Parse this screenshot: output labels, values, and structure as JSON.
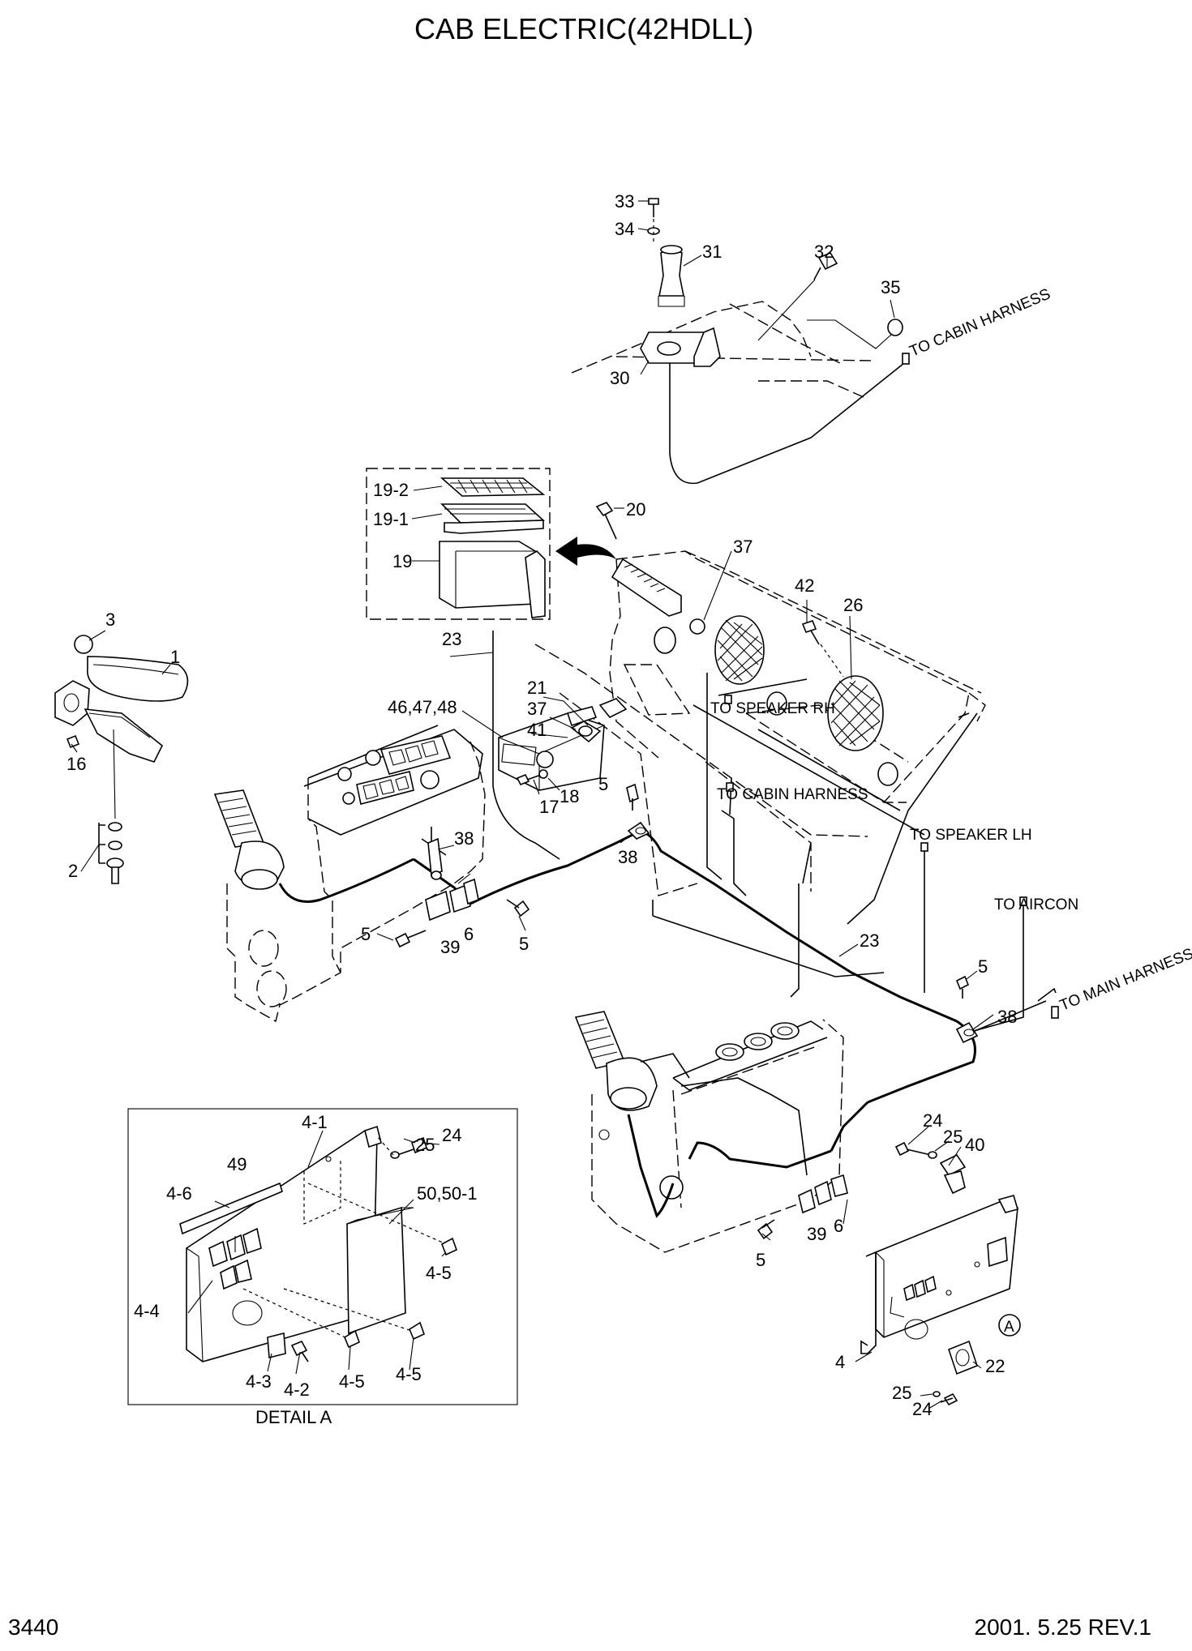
{
  "title": "CAB ELECTRIC(42HDLL)",
  "footer": {
    "page": "3440",
    "revision": "2001. 5.25  REV.1"
  },
  "notes": {
    "cabin_harness_top": "TO CABIN HARNESS",
    "speaker_rh": "TO SPEAKER RH",
    "cabin_harness_mid": "TO CABIN HARNESS",
    "speaker_lh": "TO SPEAKER LH",
    "aircon": "TO AIRCON",
    "main_harness": "TO MAIN HARNESS",
    "detail_caption": "DETAIL  A",
    "detail_marker": "A"
  },
  "parts": {
    "p33": "33",
    "p34": "34",
    "p31": "31",
    "p32": "32",
    "p35": "35",
    "p30": "30",
    "p19_2": "19-2",
    "p19_1": "19-1",
    "p19": "19",
    "p20": "20",
    "p37a": "37",
    "p42": "42",
    "p26": "26",
    "p3": "3",
    "p1": "1",
    "p16": "16",
    "p23a": "23",
    "p21": "21",
    "p37b": "37",
    "p41": "41",
    "p46": "46,47,48",
    "p5a": "5",
    "p17": "17",
    "p18": "18",
    "p38a": "38",
    "p38b": "38",
    "p2": "2",
    "p5b": "5",
    "p39a": "39",
    "p6a": "6",
    "p5c": "5",
    "p23b": "23",
    "p5d": "5",
    "p38c": "38",
    "p24a": "24",
    "p25a": "25",
    "p40": "40",
    "p39b": "39",
    "p6b": "6",
    "p5e": "5",
    "p22": "22",
    "p4": "4",
    "p25b": "25",
    "p24b": "24",
    "d4_1": "4-1",
    "d24": "24",
    "d25": "25",
    "d49": "49",
    "d4_6": "4-6",
    "d50": "50,50-1",
    "d4_5a": "4-5",
    "d4_4": "4-4",
    "d4_3": "4-3",
    "d4_2": "4-2",
    "d4_5b": "4-5",
    "d4_5c": "4-5"
  }
}
